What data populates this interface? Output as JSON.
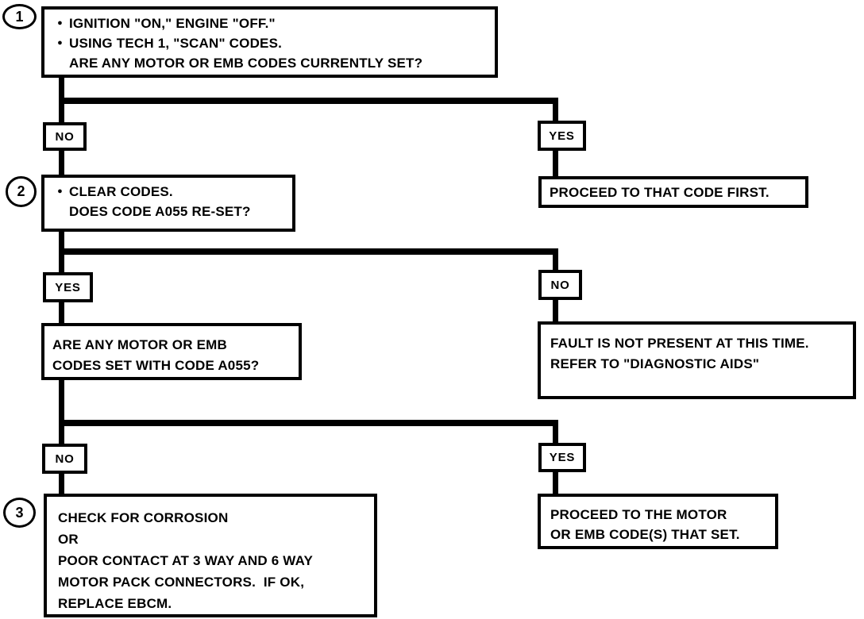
{
  "colors": {
    "ink": "#000000",
    "paper": "#ffffff"
  },
  "icons": {
    "bullet": "●"
  },
  "flowchart": {
    "step1": {
      "number": "1",
      "items": [
        {
          "text": "IGNITION \"ON,\" ENGINE \"OFF.\""
        },
        {
          "text": "USING TECH 1, \"SCAN\" CODES."
        }
      ],
      "question": "ARE ANY MOTOR OR EMB CODES CURRENTLY SET?"
    },
    "branch1": {
      "left": "NO",
      "right": "YES"
    },
    "proceed_first": {
      "line1": "PROCEED TO THAT CODE FIRST."
    },
    "step2": {
      "number": "2",
      "items": [
        {
          "text": "CLEAR CODES."
        }
      ],
      "question": "DOES CODE A055 RE-SET?"
    },
    "branch2": {
      "left": "YES",
      "right": "NO"
    },
    "codes_with_a055": {
      "line1": "ARE ANY MOTOR OR EMB",
      "line2": "CODES SET WITH CODE A055?"
    },
    "fault_not_present": {
      "line1": "FAULT IS NOT PRESENT AT THIS TIME.",
      "line2": "REFER TO \"DIAGNOSTIC AIDS\""
    },
    "branch3": {
      "left": "NO",
      "right": "YES"
    },
    "step3": {
      "number": "3",
      "line1": "CHECK FOR CORROSION",
      "line2": "OR",
      "line3": "POOR CONTACT AT 3 WAY AND 6 WAY",
      "line4": "MOTOR PACK CONNECTORS.  IF OK,",
      "line5": "REPLACE EBCM."
    },
    "proceed_motor": {
      "line1": "PROCEED TO THE MOTOR",
      "line2": "OR EMB CODE(S) THAT SET."
    }
  }
}
